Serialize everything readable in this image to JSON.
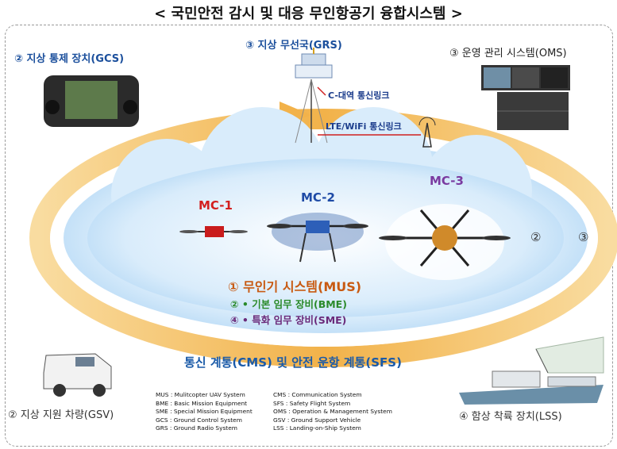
{
  "title": "< 국민안전 감시 및 대응 무인항공기 융합시스템 >",
  "labels": {
    "gcs": "② 지상 통제 장치(GCS)",
    "grs": "③ 지상 무선국(GRS)",
    "oms": "③ 운영 관리 시스템(OMS)",
    "gsv": "② 지상 지원 차량(GSV)",
    "lss": "④ 함상 착륙 장치(LSS)"
  },
  "links": {
    "c_band": "C-대역 통신링크",
    "lte": "LTE/WiFi 통신링크"
  },
  "drones": [
    "MC-1",
    "MC-2",
    "MC-3"
  ],
  "systems": {
    "mus": "① 무인기 시스템(MUS)",
    "bme": "② • 기본 임무 장비(BME)",
    "sme": "④ • 특화 임무 장비(SME)"
  },
  "ring_markers": [
    "②",
    "③"
  ],
  "cms_sfs": "통신 계통(CMS) 및 안전 운항 계통(SFS)",
  "legend": {
    "left": [
      "MUS : Mulitcopter UAV System",
      "BME : Basic Mission Equipment",
      "SME : Special Mission Equipment",
      "GCS : Ground Control System",
      "GRS : Ground Radio System"
    ],
    "right": [
      "CMS : Communication System",
      "SFS : Safety Flight System",
      "OMS : Operation & Management System",
      "GSV : Ground Support Vehicle",
      "LSS : Landing-on-Ship System"
    ]
  },
  "colors": {
    "arrow": "#f4c46c",
    "cloud": "#cfe6fa",
    "mc1": "#d31f1f",
    "mc2": "#1f4ba6",
    "mc3": "#7a3aa0"
  }
}
